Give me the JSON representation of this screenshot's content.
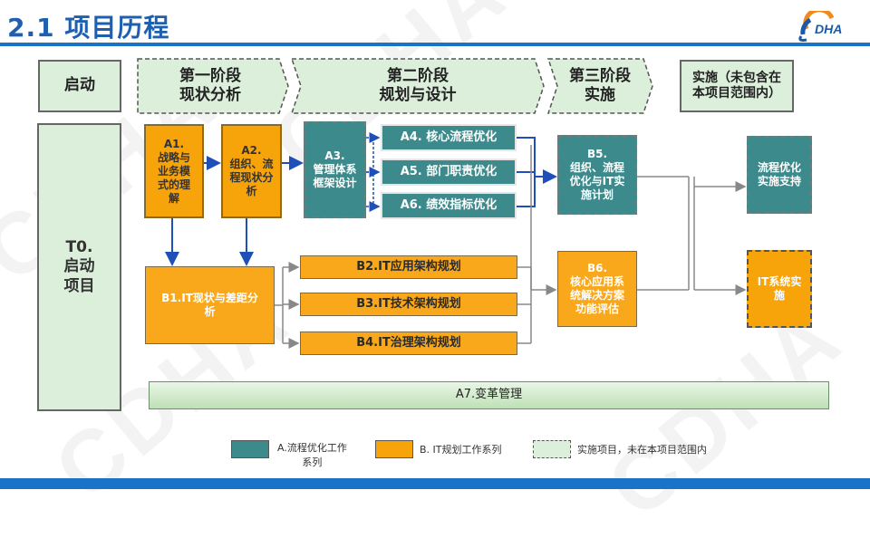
{
  "header": {
    "title": "2.1 项目历程",
    "logo_text": "DHA"
  },
  "watermark": "CDHA",
  "phases": {
    "start": "启动",
    "phase1": "第一阶段\n现状分析",
    "phase2": "第二阶段\n规划与设计",
    "phase3": "第三阶段\n实施",
    "impl": "实施（未包含在\n本项目范围内）"
  },
  "boxes": {
    "t0": "T0.\n启动\n项目",
    "a1": "A1.\n战略与\n业务模\n式的理\n解",
    "a2": "A2.\n组织、流\n程现状分\n析",
    "a3": "A3.\n管理体系\n框架设计",
    "a4": "A4. 核心流程优化",
    "a5": "A5. 部门职责优化",
    "a6": "A6. 绩效指标优化",
    "b5": "B5.\n组织、流程\n优化与IT实\n施计划",
    "process_support": "流程优化\n实施支持",
    "b1": "B1.IT现状与差距分\n析",
    "b2": "B2.IT应用架构规划",
    "b3": "B3.IT技术架构规划",
    "b4": "B4.IT治理架构规划",
    "b6": "B6.\n核心应用系\n统解决方案\n功能评估",
    "it_impl": "IT系统实\n施",
    "a7": "A7.变革管理"
  },
  "legend": {
    "a_series": "A.流程优化工作\n系列",
    "b_series": "B. IT规划工作系列",
    "impl_note": "实施项目，未在本项目范围内"
  },
  "colors": {
    "teal": "#3c8a8c",
    "orange": "#f7a30a",
    "green": "#dcefdb",
    "blue": "#1a73c7"
  }
}
